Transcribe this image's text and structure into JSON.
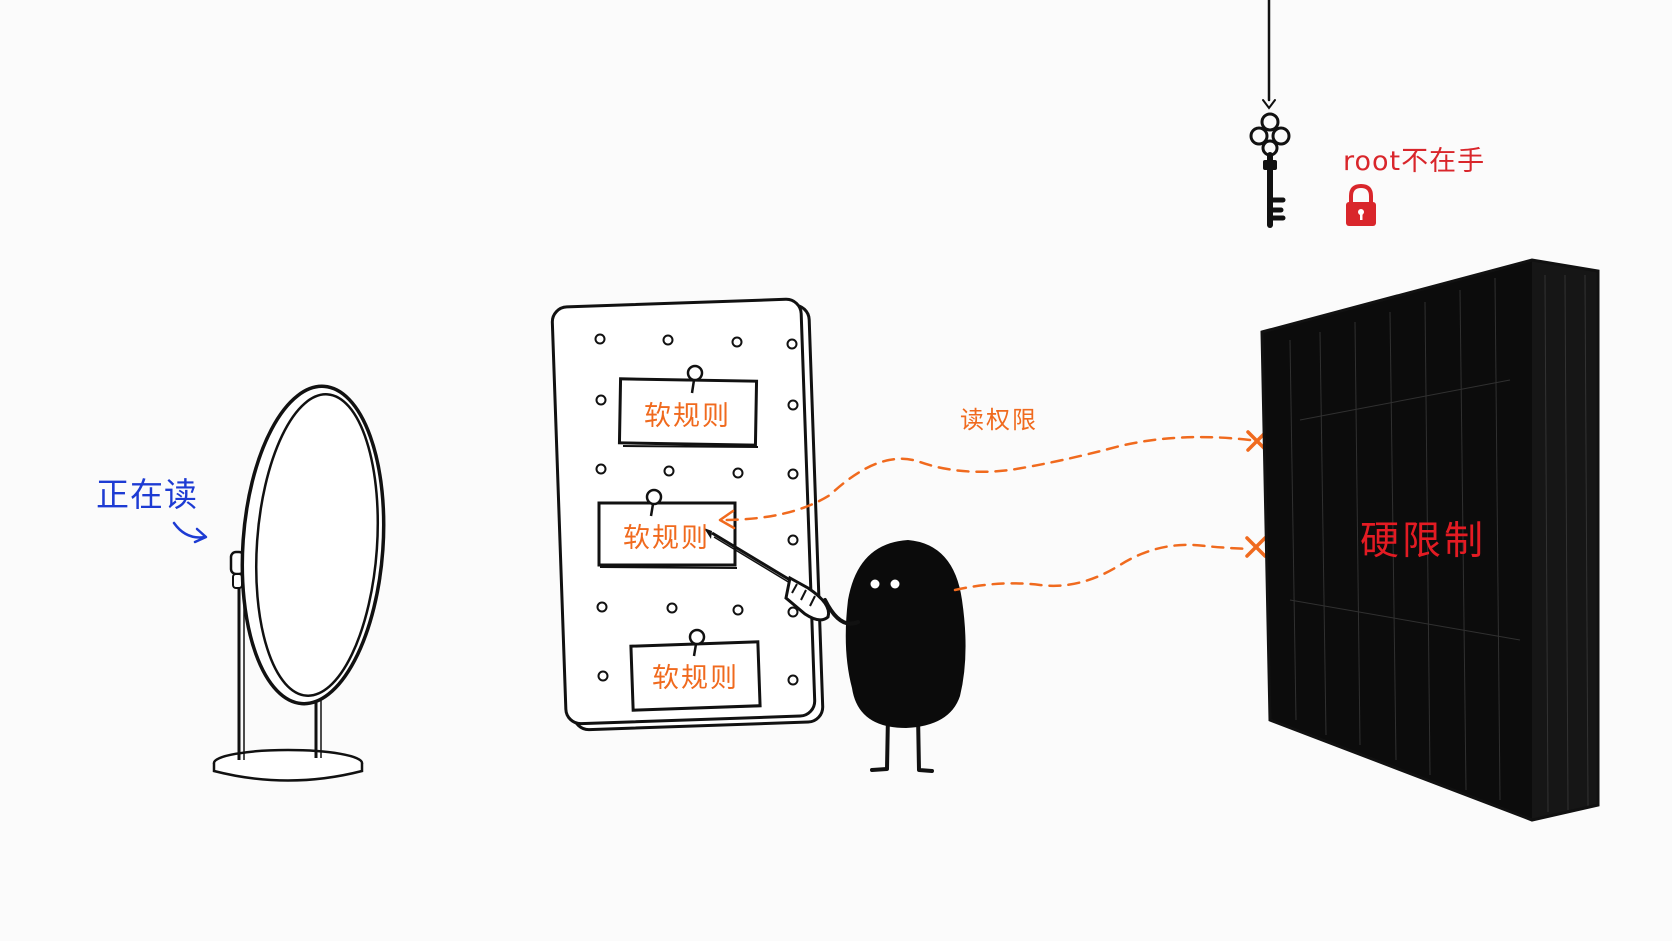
{
  "annotations": {
    "reading": "正在读",
    "read_permission": "读权限",
    "root_not_in_hand": "root不在手",
    "hard_limit": "硬限制"
  },
  "pegboard": {
    "cards": [
      {
        "label": "软规则"
      },
      {
        "label": "软规则"
      },
      {
        "label": "软规则"
      }
    ]
  },
  "colors": {
    "background": "#fbfbfb",
    "ink": "#111111",
    "blue_annotation": "#1d3bd3",
    "orange_accent": "#f06a1e",
    "red_accent": "#e31b23",
    "lock_red": "#d9262b"
  },
  "icons": [
    "mirror-icon",
    "key-icon",
    "lock-icon",
    "screwdriver-icon",
    "character-icon",
    "cross-mark-icon"
  ]
}
